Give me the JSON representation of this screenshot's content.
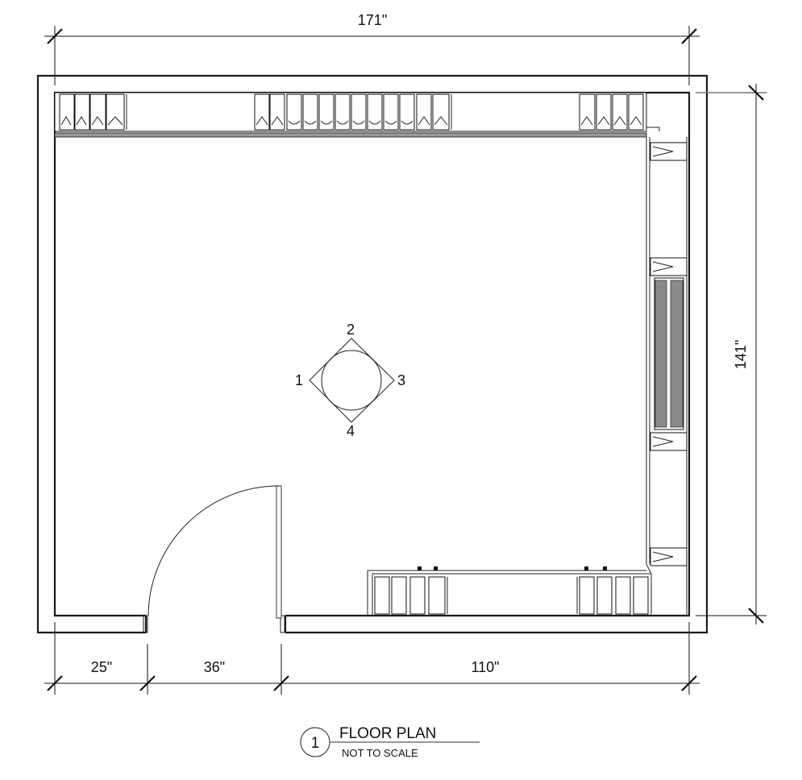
{
  "drawing": {
    "title": "FLOOR PLAN",
    "subtitle": "NOT TO SCALE",
    "detail_number": "1"
  },
  "dimensions": {
    "overall_width": "171\"",
    "overall_depth": "141\"",
    "left_wall_segment": "25\"",
    "door_opening": "36\"",
    "right_wall_segment": "110\""
  },
  "camera_marker": {
    "view_1": "1",
    "view_2": "2",
    "view_3": "3",
    "view_4": "4"
  },
  "colors": {
    "line": "#111111",
    "background": "#ffffff",
    "grey_line": "#777777"
  }
}
